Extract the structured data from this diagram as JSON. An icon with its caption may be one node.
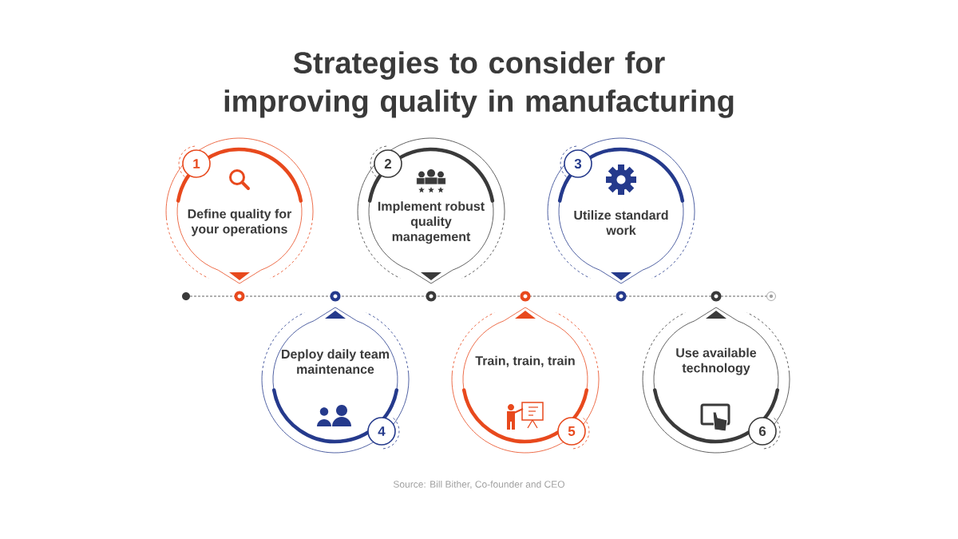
{
  "diagram": {
    "title": "Strategies to consider for improving quality in manufacturing",
    "nodes": [
      {
        "text": [
          "1"
        ]
      },
      {
        "text": [
          "Define quality for your operations"
        ]
      },
      {
        "text": [
          "2"
        ]
      },
      {
        "text": [
          "Implement robust quality management"
        ]
      },
      {
        "text": [
          "3"
        ]
      },
      {
        "text": [
          "Utilize standard work"
        ]
      },
      {
        "text": [
          "Deploy daily team maintenance"
        ]
      },
      {
        "text": [
          "4"
        ]
      },
      {
        "text": [
          "Train, train, train"
        ]
      },
      {
        "text": [
          "5"
        ]
      },
      {
        "text": [
          "Use available technology"
        ]
      },
      {
        "text": [
          "6"
        ]
      }
    ],
    "labels": [
      "Source: Bill Bither, Co-founder and CEO"
    ]
  }
}
